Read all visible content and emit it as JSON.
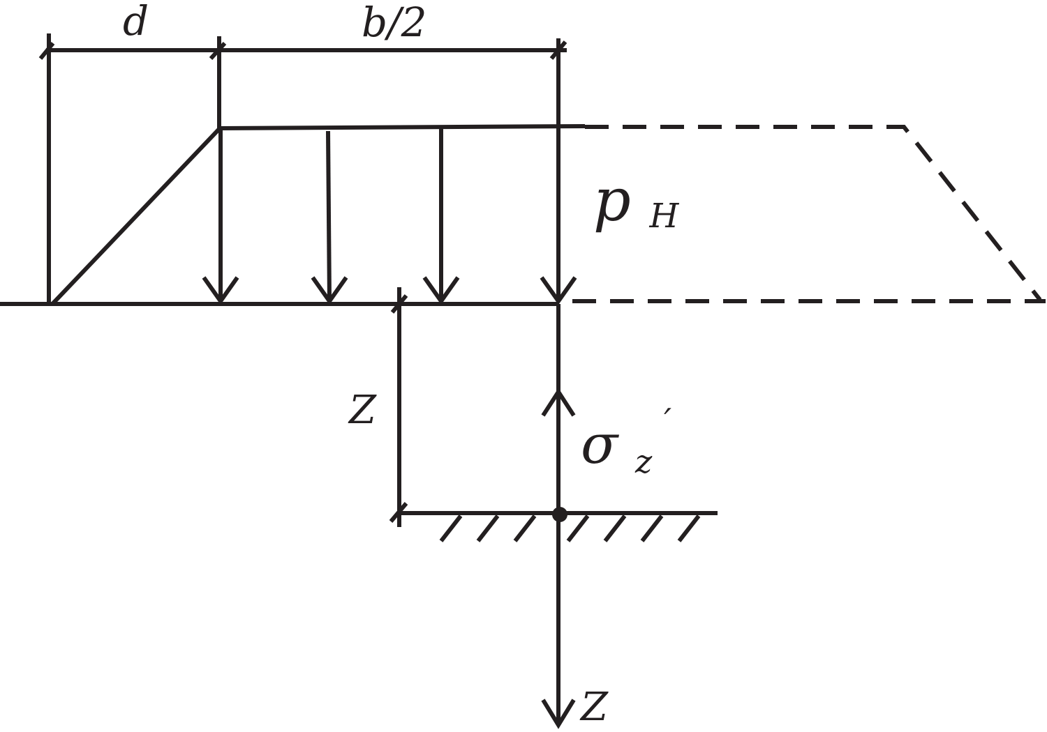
{
  "labels": {
    "dim_d": "d",
    "dim_half_b": "b/2",
    "load_symbol": "p",
    "load_subscript": "H",
    "depth_symbol": "Z",
    "stress_symbol": "σ",
    "stress_subscript": "z",
    "stress_prime": "′",
    "axis_label": "Z"
  },
  "colors": {
    "line": "#231f20",
    "background": "#ffffff"
  }
}
